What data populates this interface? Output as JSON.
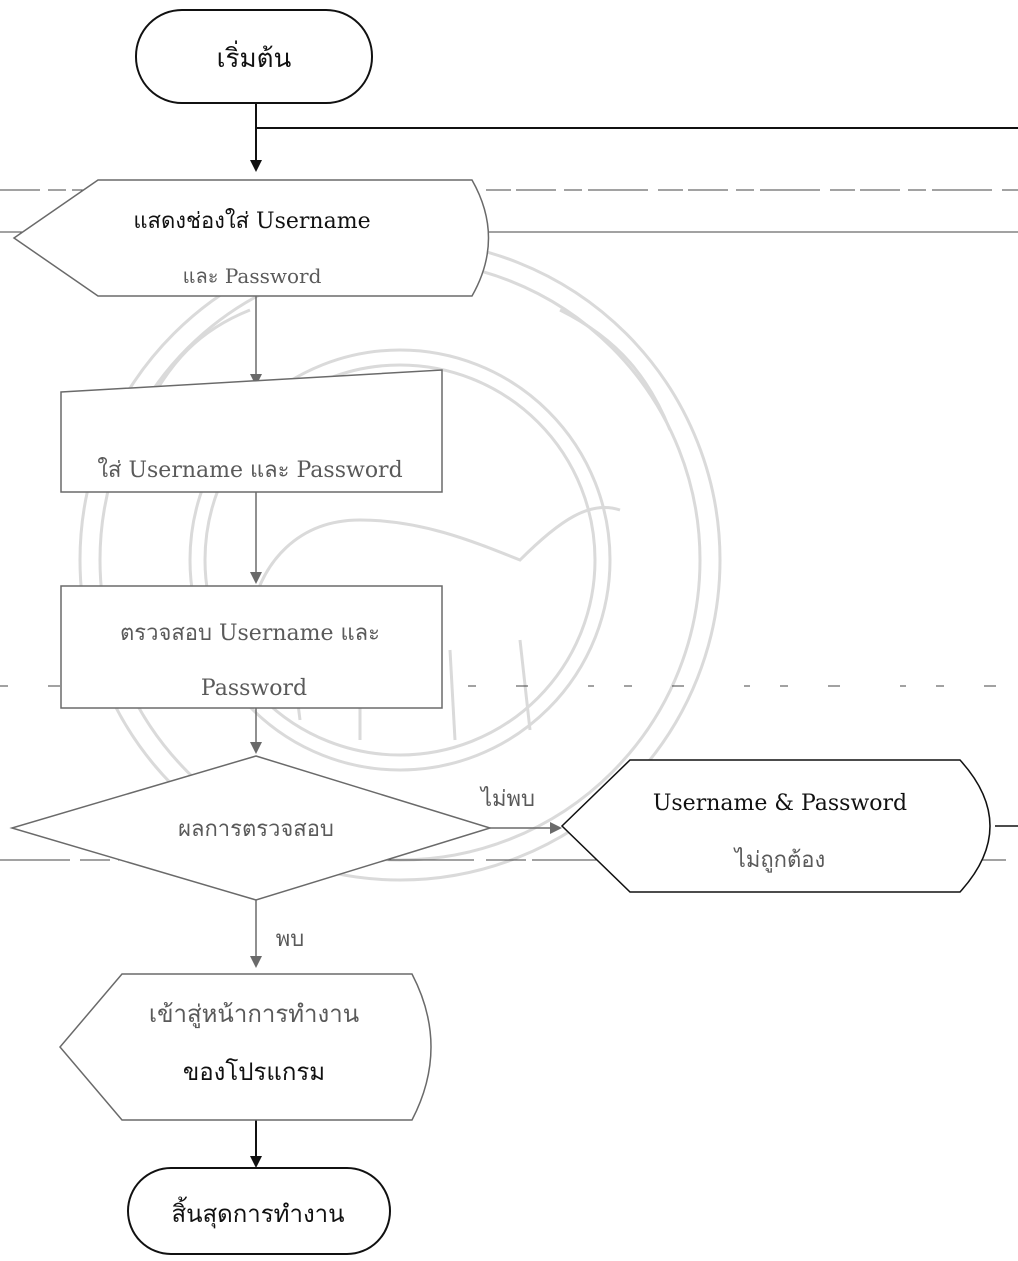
{
  "flow": {
    "start": "เริ่มต้น",
    "display_line1": "แสดงช่องใส่ Username",
    "display_line2": "และ Password",
    "input": "ใส่ Username และ Password",
    "process_line1": "ตรวจสอบ Username และ",
    "process_line2": "Password",
    "decision": "ผลการตรวจสอบ",
    "not_found_label": "ไม่พบ",
    "found_label": "พบ",
    "error_line1": "Username & Password",
    "error_line2": "ไม่ถูกต้อง",
    "enter_line1": "เข้าสู่หน้าการทำงาน",
    "enter_line2": "ของโปรแกรม",
    "end": "สิ้นสุดการทำงาน"
  }
}
